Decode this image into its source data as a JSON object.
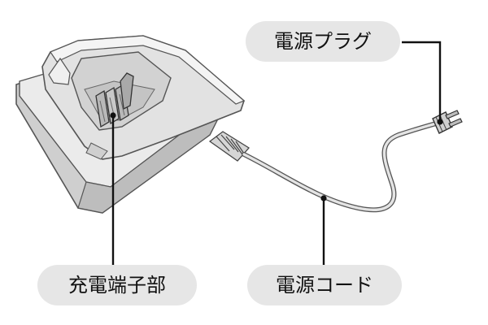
{
  "labels": {
    "power_plug": "電源プラグ",
    "charging_terminal": "充電端子部",
    "power_cord": "電源コード"
  },
  "colors": {
    "callout_background": "#e6e6e6",
    "leader_line": "#111111",
    "outline": "#555555",
    "body_fill": "#dcdcdc",
    "top_fill": "#f2f2f2"
  }
}
